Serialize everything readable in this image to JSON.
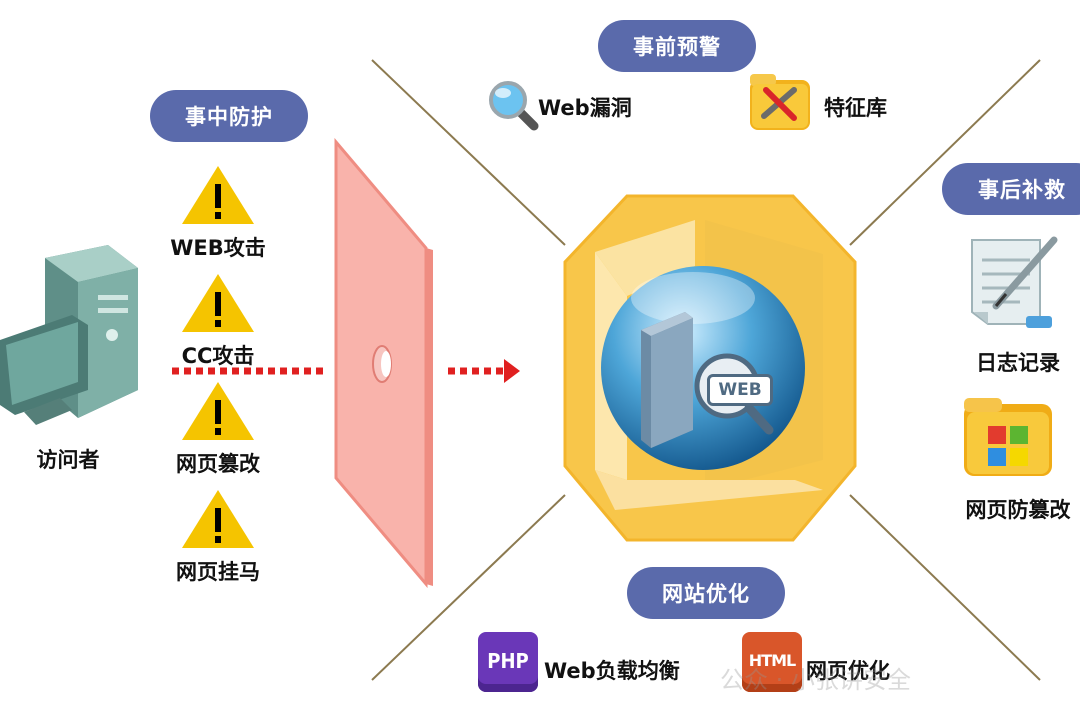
{
  "sections": {
    "pre_warning": "事前预警",
    "in_protection": "事中防护",
    "post_remedy": "事后补救",
    "site_optimize": "网站优化"
  },
  "visitor": {
    "label": "访问者"
  },
  "attacks": [
    {
      "label": "WEB攻击"
    },
    {
      "label": "CC攻击"
    },
    {
      "label": "网页篡改"
    },
    {
      "label": "网页挂马"
    }
  ],
  "pre_items": [
    {
      "label": "Web漏洞",
      "icon": "magnifier-icon"
    },
    {
      "label": "特征库",
      "icon": "tools-folder-icon"
    }
  ],
  "post_items": [
    {
      "label": "日志记录",
      "icon": "document-pen-icon"
    },
    {
      "label": "网页防篡改",
      "icon": "windows-folder-icon"
    }
  ],
  "opt_items": [
    {
      "label": "Web负载均衡",
      "icon": "php-icon",
      "icon_text": "PHP"
    },
    {
      "label": "网页优化",
      "icon": "html-icon",
      "icon_text": "HTML"
    }
  ],
  "server": {
    "badge": "WEB"
  },
  "watermark": {
    "text": "公众 · 小张讲安全"
  },
  "colors": {
    "pill": "#5a6aab",
    "warning": "#f5c400",
    "arrow": "#e02020",
    "firewall": "#f9b3ab",
    "hexagon": "#f8c64a"
  }
}
